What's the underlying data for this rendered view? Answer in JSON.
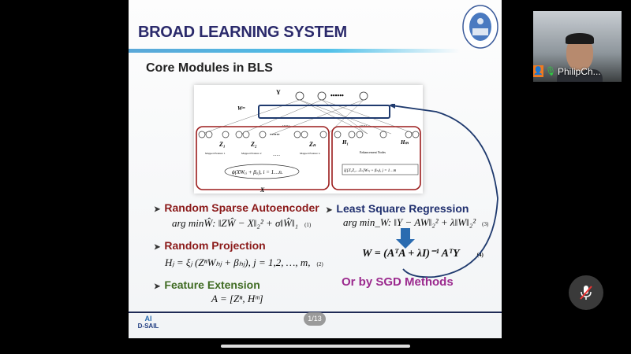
{
  "slide": {
    "title": "BROAD LEARNING SYSTEM",
    "subtitle": "Core Modules in BLS",
    "logo_text": "SOUTH CHINA UNIVERSITY OF TECHNOLOGY",
    "diagram": {
      "y": "Y",
      "w": "Wᵐ",
      "dots": "......",
      "z1": "Z₁",
      "z2": "Z₂",
      "zn": "Zₙ",
      "mf1": "Mapped Feature 1",
      "mf2": "Mapped Feature 2",
      "mfn": "Mapped Feature n",
      "h1": "H₁",
      "hm": "Hₘ",
      "enh": "Enhancement Nodes",
      "map_eq": "ϕ(XWₑᵢ + βₑᵢ), i = 1…n.",
      "enh_eq": "ξ([Z₁Z₂…Zₙ]Wₕⱼ + βₕⱼ), j = 1…m",
      "x": "X"
    },
    "left": [
      {
        "label": "Random Sparse Autoencoder",
        "eq": "arg minŴ: ‖ZŴ − X‖₂² + σ‖Ŵ‖₁",
        "num": "(1)"
      },
      {
        "label": "Random Projection",
        "eq": "Hⱼ = ξⱼ (ZⁿWₕⱼ + βₕⱼ), j = 1,2, …, m,",
        "num": "(2)"
      },
      {
        "label": "Feature Extension",
        "eq": "A = [Zⁿ, Hᵐ]"
      }
    ],
    "right": {
      "label": "Least Square Regression",
      "eq1": "arg min_W: ‖Y − AW‖₂² + λ‖W‖₂²",
      "num1": "(3)",
      "eq2": "W = (AᵀA + λI)⁻¹ AᵀY",
      "num2": "(4)",
      "sgd": "Or by SGD Methods"
    },
    "footer_logo": "D-SAIL",
    "page": "1/13"
  },
  "participant": {
    "name": "PhilipCh..."
  },
  "colors": {
    "title": "#2b2a6b",
    "red": "#8b1a1a",
    "blue": "#1f2f6e",
    "green": "#3f6b22",
    "sgd": "#9b2a8e"
  }
}
